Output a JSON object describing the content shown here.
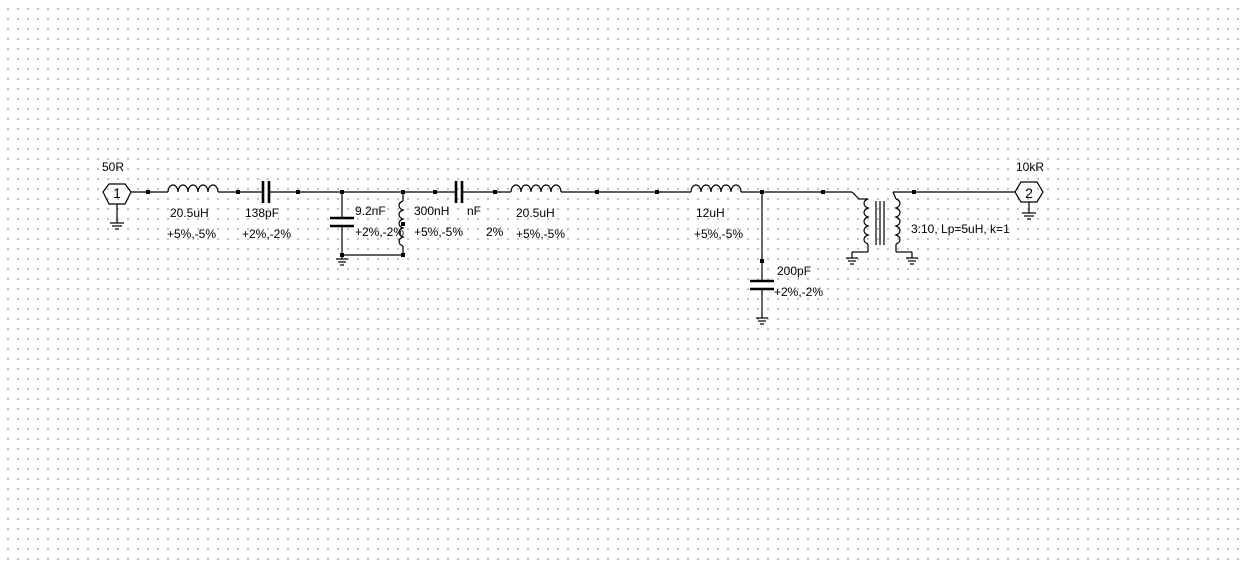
{
  "schematic": {
    "port1": {
      "number": "1",
      "impedance": "50R"
    },
    "port2": {
      "number": "2",
      "impedance": "10kR"
    },
    "components": [
      {
        "id": "L1",
        "type": "inductor",
        "value": "20.5uH",
        "tolerance": "+5%,-5%"
      },
      {
        "id": "C1",
        "type": "capacitor",
        "value": "138pF",
        "tolerance": "+2%,-2%"
      },
      {
        "id": "C2",
        "type": "capacitor",
        "value": "9.2nF",
        "tolerance": "+2%,-2%"
      },
      {
        "id": "L2",
        "type": "inductor",
        "value": "300nH",
        "tolerance": "+5%,-5%"
      },
      {
        "id": "C3",
        "type": "capacitor",
        "value": "nF",
        "tolerance": "2%"
      },
      {
        "id": "L3",
        "type": "inductor",
        "value": "20.5uH",
        "tolerance": "+5%,-5%"
      },
      {
        "id": "L4",
        "type": "inductor",
        "value": "12uH",
        "tolerance": "+5%,-5%"
      },
      {
        "id": "C4",
        "type": "capacitor",
        "value": "200pF",
        "tolerance": "+2%,-2%"
      },
      {
        "id": "T1",
        "type": "transformer",
        "value": "3:10, Lp=5uH, k=1"
      }
    ]
  }
}
